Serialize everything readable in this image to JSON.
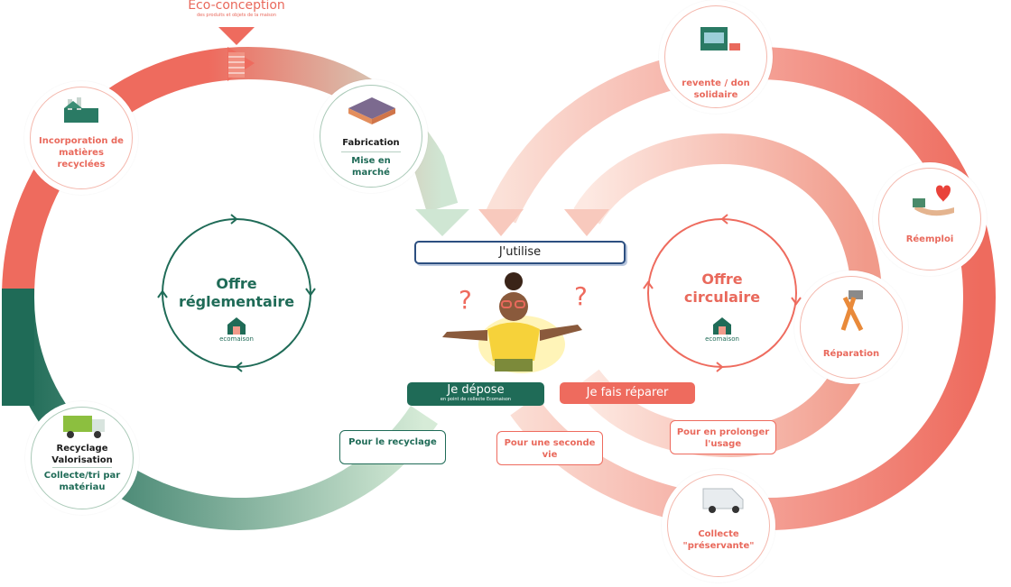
{
  "eco_conception": {
    "title": "Eco-conception",
    "subtitle": "des produits et objets de la maison"
  },
  "left_loop": {
    "title_line1": "Offre",
    "title_line2": "réglementaire",
    "logo": "ecomaison",
    "nodes": {
      "incorporation": "Incorporation de matières recyclées",
      "fabrication_title": "Fabrication",
      "fabrication_sub": "Mise en marché",
      "recyclage_title": "Recyclage Valorisation",
      "recyclage_sub": "Collecte/tri par matériau"
    },
    "label_recyclage": "Pour le recyclage"
  },
  "right_loop": {
    "title_line1": "Offre",
    "title_line2": "circulaire",
    "logo": "ecomaison",
    "nodes": {
      "revente": "revente / don solidaire",
      "reemploi": "Réemploi",
      "reparation": "Réparation",
      "collecte": "Collecte \"préservante\""
    },
    "label_seconde_vie": "Pour une seconde vie",
    "label_prolonger": "Pour en prolonger l'usage"
  },
  "center": {
    "utilise": "J'utilise",
    "depose": "Je dépose",
    "depose_sub": "en point de collecte Ecomaison",
    "reparer": "Je fais réparer"
  },
  "colors": {
    "green": "#1f6b57",
    "red": "#ee6b5e",
    "light_red": "#f8c9bd",
    "light_green": "#cfe6d3"
  }
}
